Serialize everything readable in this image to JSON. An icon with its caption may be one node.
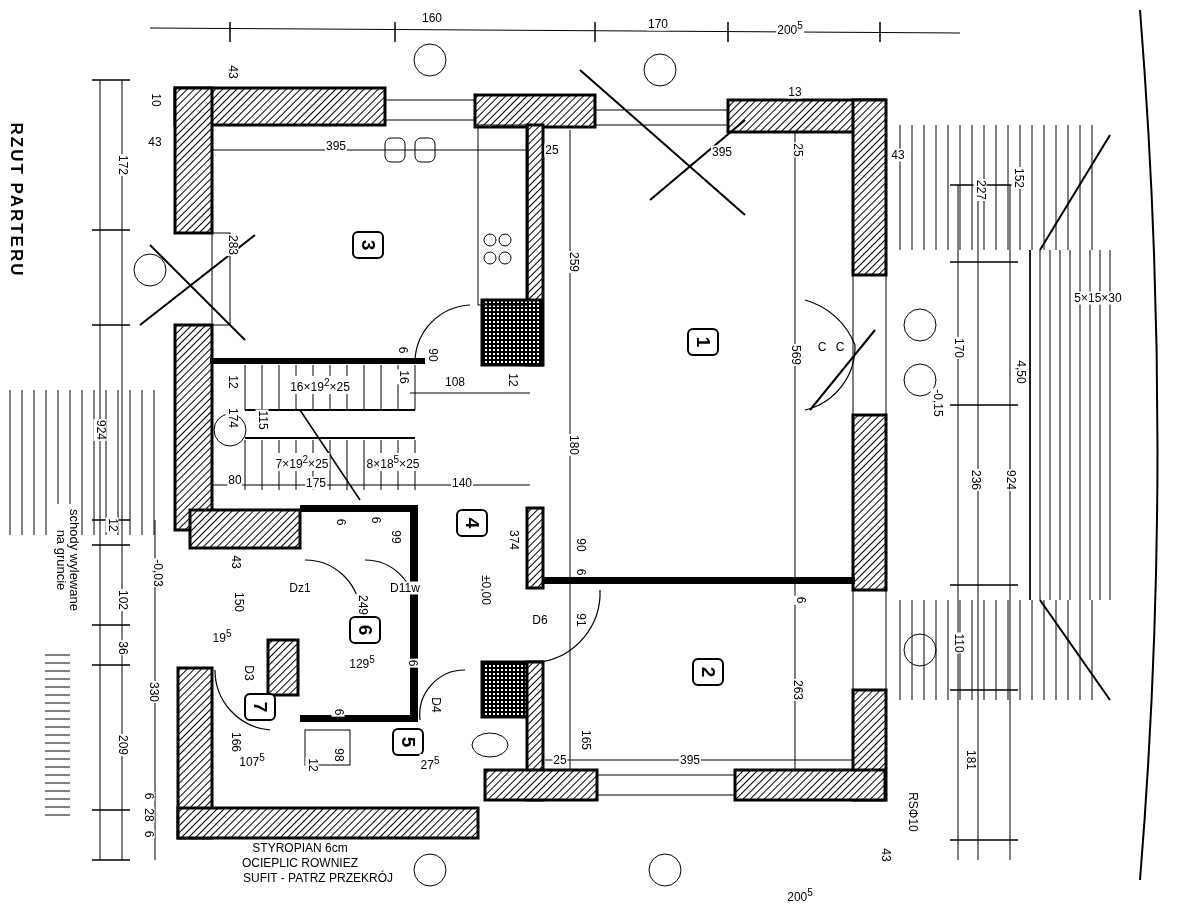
{
  "diagram": {
    "title": "RZUT PARTERU",
    "nodes": [
      {
        "text": [
          "3"
        ]
      },
      {
        "text": [
          "1"
        ]
      },
      {
        "text": [
          "4"
        ]
      },
      {
        "text": [
          "6"
        ]
      },
      {
        "text": [
          "2"
        ]
      },
      {
        "text": [
          "7"
        ]
      },
      {
        "text": [
          "5"
        ]
      }
    ],
    "labels": [
      "160",
      "170",
      "200$^{5}$",
      "10",
      "43",
      "43",
      "395",
      "172",
      "25",
      "13",
      "395",
      "25",
      "43",
      "283",
      "259",
      "152",
      "227",
      "5×15×30",
      "569",
      "C",
      "C",
      "170",
      "12",
      "16×19$^{2}$×25",
      "6",
      "16",
      "90",
      "108",
      "12",
      "4,50",
      "174",
      "115",
      "-0,15",
      "180",
      "924",
      "7×19$^{2}$×25",
      "8×18$^{5}$×25",
      "80",
      "175",
      "140",
      "236",
      "924",
      "12",
      "6",
      "6",
      "99",
      "374",
      "90",
      "schody wylewane na gruncie",
      "43",
      "-0,03",
      "6",
      "Dz1",
      "D11w",
      "±0,00",
      "102",
      "150",
      "249",
      "6",
      "D6",
      "91",
      "19$^{5}$",
      "110",
      "36",
      "129$^{5}$",
      "6",
      "263",
      "D3",
      "330",
      "D4",
      "6",
      "209",
      "166",
      "107$^{5}$",
      "12",
      "98",
      "27$^{5}$",
      "25",
      "165",
      "395",
      "181",
      "6",
      "28",
      "6",
      "RSΦ10",
      "STYROPIAN 6cm",
      "OCIEPLIC ROWNIEZ",
      "SUFIT - PATRZ PRZEKRÓJ",
      "43",
      "200$^{5}$"
    ]
  }
}
